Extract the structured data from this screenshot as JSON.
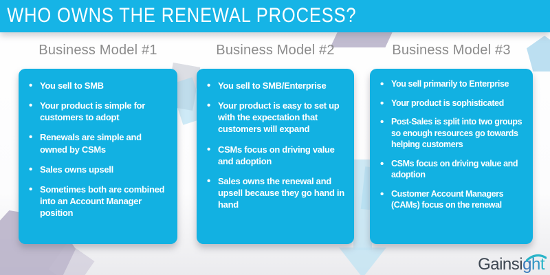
{
  "title": "WHO OWNS THE RENEWAL PROCESS?",
  "columns": [
    {
      "heading": "Business Model #1",
      "bullets": [
        "You sell to SMB",
        "Your product is simple for customers to adopt",
        "Renewals are simple and owned by CSMs",
        "Sales owns upsell",
        "Sometimes both are combined into an Account Manager position"
      ]
    },
    {
      "heading": "Business Model #2",
      "bullets": [
        "You sell to SMB/Enterprise",
        "Your product is easy to set up with the expectation that customers will expand",
        "CSMs focus on driving value and adoption",
        "Sales owns  the renewal and upsell because they go hand in hand"
      ]
    },
    {
      "heading": "Business Model #3",
      "bullets": [
        "You sell primarily to Enterprise",
        "Your product is sophisticated",
        "Post-Sales is split into two groups so enough resources go towards helping customers",
        "CSMs focus on driving value and adoption",
        "Customer Account Managers (CAMs) focus on the renewal"
      ]
    }
  ],
  "logo": {
    "name": "Gainsight",
    "part_dark": "Gainsi",
    "part_g": "g",
    "part_h": "h",
    "part_t": "t"
  },
  "colors": {
    "header_cyan": "#16b4e6",
    "card_cyan": "#12b1e2",
    "heading_gray": "#8b8b8b",
    "lavender": "#b6afc7",
    "light_blue": "#c2e4f3",
    "logo_dark": "#3d4651",
    "logo_teal": "#28b4c8"
  }
}
